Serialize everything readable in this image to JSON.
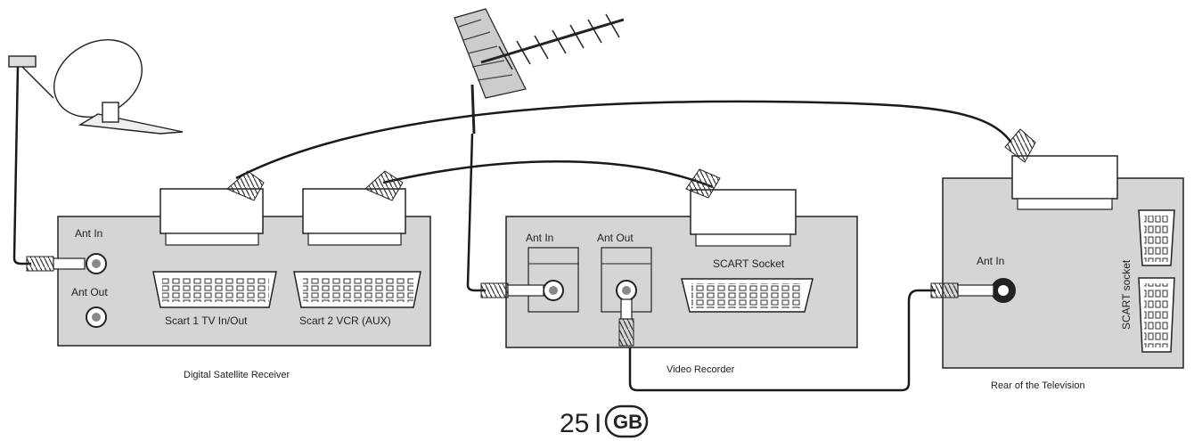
{
  "receiver": {
    "caption": "Digital Satellite Receiver",
    "ant_in": "Ant In",
    "ant_out": "Ant Out",
    "scart1": "Scart 1 TV In/Out",
    "scart2": "Scart 2 VCR (AUX)"
  },
  "vcr": {
    "caption": "Video Recorder",
    "ant_in": "Ant In",
    "ant_out": "Ant Out",
    "scart": "SCART Socket"
  },
  "tv": {
    "caption": "Rear of the Television",
    "ant_in": "Ant In",
    "scart": "SCART socket"
  },
  "footer": {
    "page_number": "25",
    "separator": "I",
    "language": "GB"
  },
  "colors": {
    "panel": "#d5d5d5",
    "line": "#1a1a1a"
  }
}
